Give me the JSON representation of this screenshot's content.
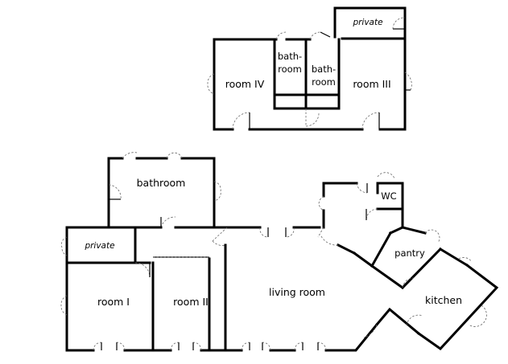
{
  "rooms": {
    "room_iv": "room IV",
    "bathroom_a_1": "bath-",
    "bathroom_a_2": "room",
    "bathroom_b_1": "bath-",
    "bathroom_b_2": "room",
    "room_iii": "room III",
    "private_top": "private",
    "bathroom": "bathroom",
    "wc": "WC",
    "private_left": "private",
    "pantry": "pantry",
    "room_i": "room I",
    "room_ii": "room II",
    "living_room": "living room",
    "kitchen": "kitchen"
  }
}
